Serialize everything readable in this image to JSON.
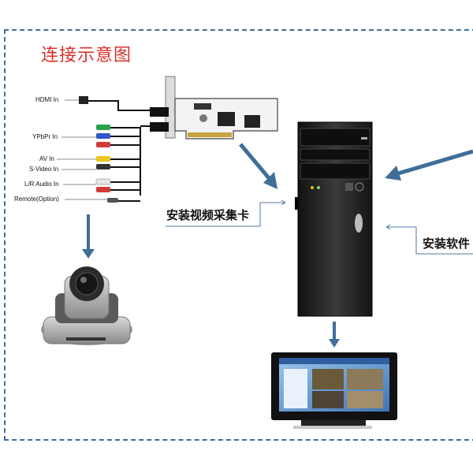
{
  "title": "连接示意图",
  "ports": [
    "HDMI In",
    "YPbPr In",
    "AV In",
    "S-Video In",
    "L/R Audio In",
    "Remote(Option)"
  ],
  "callouts": {
    "install_card": "安装视频采集卡",
    "install_software": "安装软件"
  },
  "colors": {
    "frame": "#3f6e99",
    "title": "#d9322d",
    "arrow": "#3f6e99",
    "card": "#f3f3f3",
    "tower": "#1d1d1d"
  },
  "icons": [
    "capture-card-image",
    "ptz-camera-image",
    "pc-tower-image",
    "monitor-image"
  ]
}
